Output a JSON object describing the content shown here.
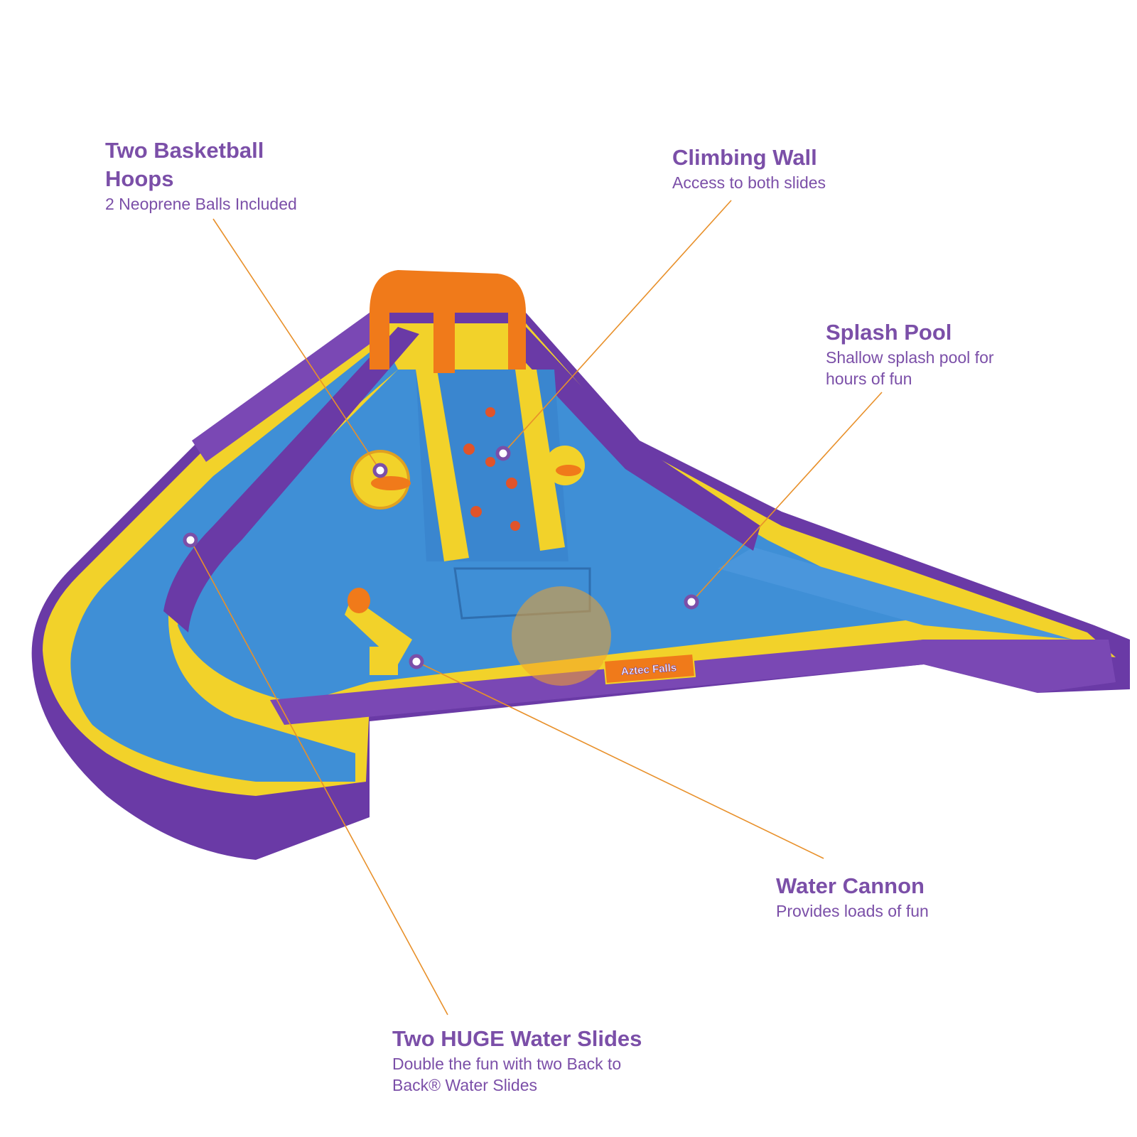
{
  "product_logo_text": "Aztec Falls",
  "colors": {
    "label": "#7b4fa8",
    "leader_line": "#e8902a",
    "purple": "#6a3aa6",
    "yellow": "#f2d22a",
    "blue": "#3f8fd6",
    "orange": "#f07a1a"
  },
  "callouts": [
    {
      "id": "hoops",
      "title": "Two Basketball Hoops",
      "subtitle": "2 Neoprene Balls Included"
    },
    {
      "id": "wall",
      "title": "Climbing Wall",
      "subtitle": "Access to both slides"
    },
    {
      "id": "pool",
      "title": "Splash Pool",
      "subtitle": "Shallow splash pool for hours of fun"
    },
    {
      "id": "cannon",
      "title": "Water Cannon",
      "subtitle": "Provides loads of fun"
    },
    {
      "id": "slides",
      "title": "Two HUGE Water Slides",
      "subtitle": "Double the fun with two Back to Back® Water Slides"
    }
  ]
}
